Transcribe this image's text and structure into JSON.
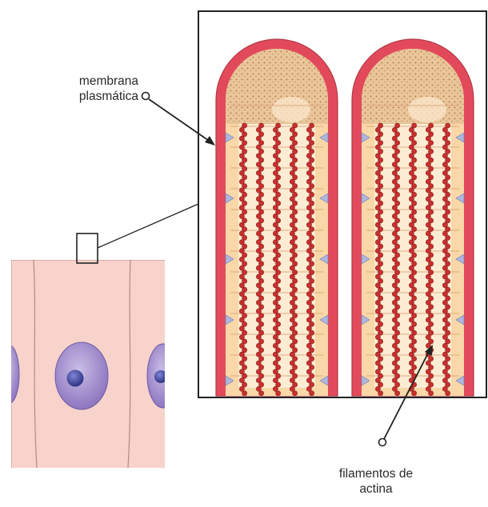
{
  "labels": {
    "membrane": {
      "line1": "membrana",
      "line2": "plasmática"
    },
    "filaments": {
      "line1": "filamentos de",
      "line2": "actina"
    }
  },
  "colors": {
    "membrane": "#e24a5b",
    "cytoplasm": "#f9d7a8",
    "core": "#fdf0da",
    "terminal_web": "#e9c69a",
    "actin": "#c8302e",
    "spike": "#aeb7dd",
    "cell": "#f7d3cc",
    "nucleus": "#9b86c8",
    "nucleolus": "#4a4fa3"
  }
}
